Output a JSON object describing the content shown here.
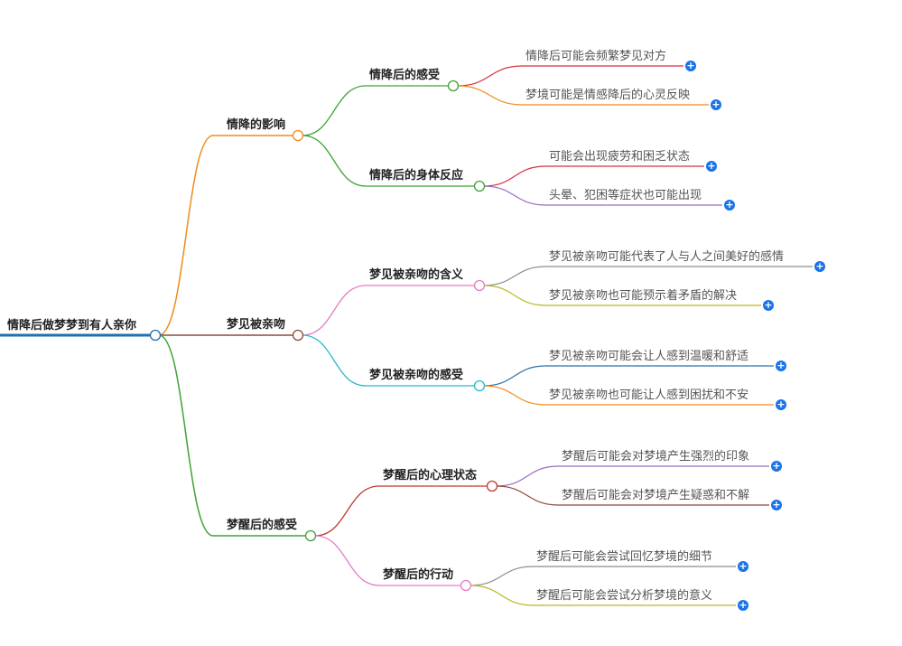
{
  "root": {
    "label": "情降后做梦梦到有人亲你"
  },
  "branches": [
    {
      "label": "情降的影响",
      "color": "#f08b1d",
      "children": [
        {
          "label": "情降后的感受",
          "color": "#3ea336",
          "leaves": [
            {
              "label": "情降后可能会频繁梦见对方",
              "color": "#d7323a"
            },
            {
              "label": "梦境可能是情感降后的心灵反映",
              "color": "#f08b1d"
            }
          ]
        },
        {
          "label": "情降后的身体反应",
          "color": "#3ea336",
          "leaves": [
            {
              "label": "可能会出现疲劳和困乏状态",
              "color": "#d7323a"
            },
            {
              "label": "头晕、犯困等症状也可能出现",
              "color": "#9b6bc2"
            }
          ]
        }
      ]
    },
    {
      "label": "梦见被亲吻",
      "color": "#8b4c3a",
      "children": [
        {
          "label": "梦见被亲吻的含义",
          "color": "#e57cc6",
          "leaves": [
            {
              "label": "梦见被亲吻可能代表了人与人之间美好的感情",
              "color": "#8c8c8c"
            },
            {
              "label": "梦见被亲吻也可能预示着矛盾的解决",
              "color": "#b8b828"
            }
          ]
        },
        {
          "label": "梦见被亲吻的感受",
          "color": "#2cb7c9",
          "leaves": [
            {
              "label": "梦见被亲吻可能会让人感到温暖和舒适",
              "color": "#2e6fa8"
            },
            {
              "label": "梦见被亲吻也可能让人感到困扰和不安",
              "color": "#f08b1d"
            }
          ]
        }
      ]
    },
    {
      "label": "梦醒后的感受",
      "color": "#3ea336",
      "children": [
        {
          "label": "梦醒后的心理状态",
          "color": "#c0392b",
          "leaves": [
            {
              "label": "梦醒后可能会对梦境产生强烈的印象",
              "color": "#9b6bc2"
            },
            {
              "label": "梦醒后可能会对梦境产生疑惑和不解",
              "color": "#8b4c3a"
            }
          ]
        },
        {
          "label": "梦醒后的行动",
          "color": "#e57cc6",
          "leaves": [
            {
              "label": "梦醒后可能会尝试回忆梦境的细节",
              "color": "#8c8c8c"
            },
            {
              "label": "梦醒后可能会尝试分析梦境的意义",
              "color": "#b8b828"
            }
          ]
        }
      ]
    }
  ],
  "expand_icon": "+",
  "colors": {
    "root_line": "#1f6fb5",
    "expand": "#1a73e8"
  }
}
